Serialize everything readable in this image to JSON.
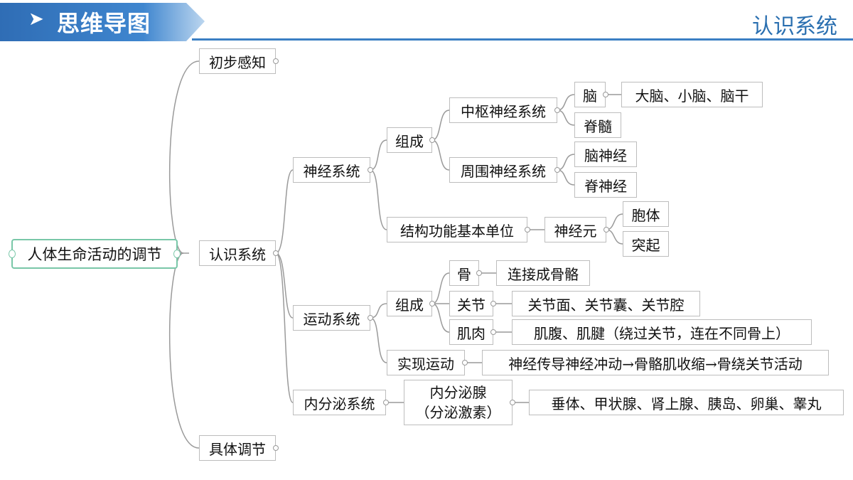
{
  "header": {
    "title": "思维导图",
    "section": "认识系统",
    "accent_color": "#2a6fb0"
  },
  "nodes": {
    "root": "人体生命活动的调节",
    "chubu": "初步感知",
    "renshi": "认识系统",
    "juti": "具体调节",
    "shenjing": "神经系统",
    "yundong": "运动系统",
    "neifenmi": "内分泌系统",
    "zucheng1": "组成",
    "jiegou": "结构功能基本单位",
    "zhongshu": "中枢神经系统",
    "zhouwei": "周围神经系统",
    "nao": "脑",
    "jisui": "脊髓",
    "danao": "大脑、小脑、脑干",
    "naoshenjing": "脑神经",
    "jishenjing": "脊神经",
    "shenjingyuan": "神经元",
    "baoti": "胞体",
    "tuqi": "突起",
    "zucheng2": "组成",
    "shixian": "实现运动",
    "gu": "骨",
    "guanjie": "关节",
    "jirou": "肌肉",
    "lianjie": "连接成骨骼",
    "guanjiemian": "关节面、关节囊、关节腔",
    "jifu": "肌腹、肌腱（绕过关节，连在不同骨上）",
    "chuandao": "神经传导神经冲动→骨骼肌收缩→骨绕关节活动",
    "neifenmixian_1": "内分泌腺",
    "neifenmixian_2": "（分泌激素）",
    "chuiti": "垂体、甲状腺、肾上腺、胰岛、卵巢、睾丸"
  }
}
